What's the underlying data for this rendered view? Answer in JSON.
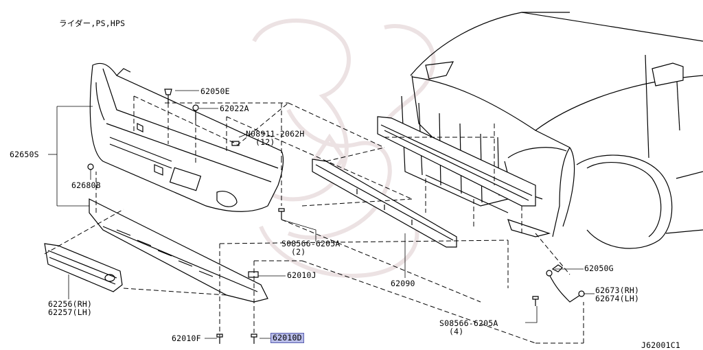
{
  "header_note": "ライダー,PS,HPS",
  "diagram_code": "J62001C1",
  "colors": {
    "highlight": "#b8bce8",
    "line": "#000000",
    "watermark": "#eadfe0"
  },
  "parts": {
    "p62050E": "62050E",
    "p62022A": "62022A",
    "p08911": "N08911-2062H",
    "p08911_qty": "(12)",
    "p62650S": "62650S",
    "p62680B": "62680B",
    "p62090": "62090",
    "p08566a": "S08566-6205A",
    "p08566a_qty": "(2)",
    "p62010J": "62010J",
    "p62256": "62256(RH)",
    "p62257": "62257(LH)",
    "p62050G": "62050G",
    "p62673": "62673(RH)",
    "p62674": "62674(LH)",
    "p08566b": "S08566-6205A",
    "p08566b_qty": "(4)",
    "p62010F": "62010F",
    "p62010D": "62010D"
  }
}
